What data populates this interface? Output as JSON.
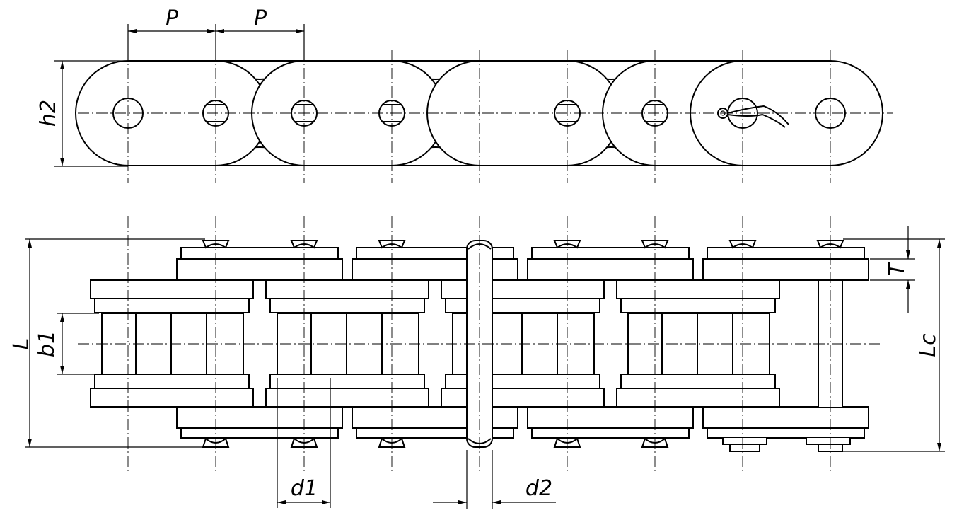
{
  "labels": {
    "pitch_1": "P",
    "pitch_2": "P",
    "plate_height": "h2",
    "inner_width": "b1",
    "pin_length": "L",
    "pin_length_connector": "Lc",
    "plate_thickness": "T",
    "roller_diameter": "d1",
    "pin_diameter": "d2"
  }
}
